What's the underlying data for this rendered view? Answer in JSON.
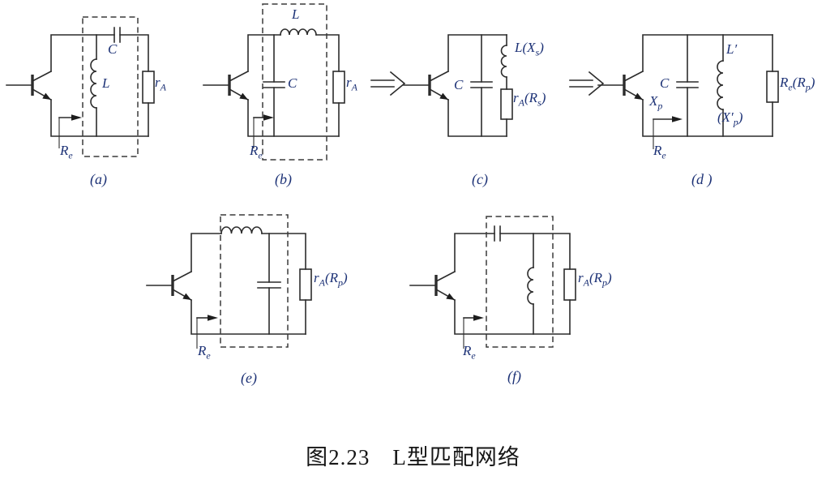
{
  "figure": {
    "caption": "图2.23　L型匹配网络"
  },
  "icons": {
    "implies_arrow": "⇒"
  },
  "circuits": {
    "a": {
      "panel": "(a)",
      "cap": "C",
      "ind": "L",
      "load": [
        "r",
        "A"
      ],
      "rin": [
        "R",
        "e"
      ]
    },
    "b": {
      "panel": "(b)",
      "ind": "L",
      "cap": "C",
      "load": [
        "r",
        "A"
      ],
      "rin": [
        "R",
        "e"
      ]
    },
    "c": {
      "panel": "(c)",
      "cap": "C",
      "ind": [
        "L(",
        "X",
        "s",
        ")"
      ],
      "load": [
        "r",
        "A",
        "(R",
        "s",
        ")"
      ]
    },
    "d": {
      "panel": "(d )",
      "cap": "C",
      "ind": "L′",
      "ind_reactance": [
        "(X′",
        "p",
        ")"
      ],
      "load": [
        "R",
        "e",
        "(R",
        "p",
        ")"
      ],
      "xp": [
        "X",
        "p"
      ],
      "rin": [
        "R",
        "e"
      ]
    },
    "e": {
      "panel": "(e)",
      "load": [
        "r",
        "A",
        "(R",
        "p",
        ")"
      ],
      "rin": [
        "R",
        "e"
      ]
    },
    "f": {
      "panel": "(f)",
      "load": [
        "r",
        "A",
        "(R",
        "p",
        ")"
      ],
      "rin": [
        "R",
        "e"
      ]
    }
  }
}
